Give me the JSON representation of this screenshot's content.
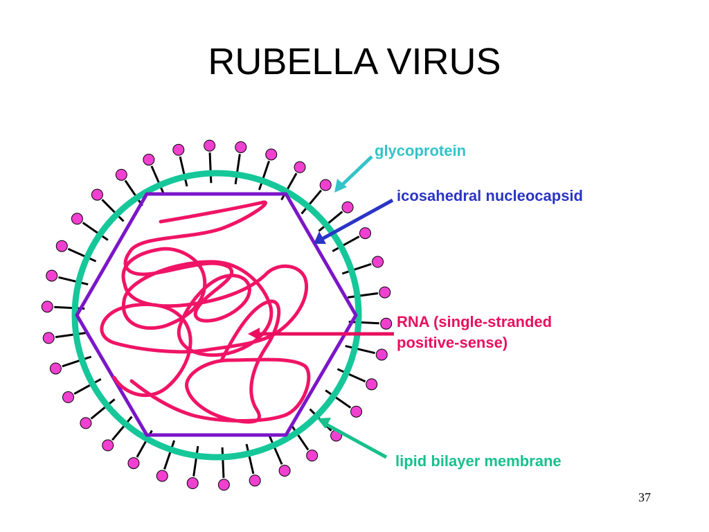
{
  "slide": {
    "title": "RUBELLA VIRUS",
    "number": "37"
  },
  "labels": {
    "glycoprotein": "glycoprotein",
    "nucleocapsid": "icosahedral nucleocapsid",
    "rna_line1": "RNA (single-stranded",
    "rna_line2": "positive-sense)",
    "membrane": "lipid bilayer membrane"
  },
  "colors": {
    "membrane": "#16c79a",
    "nucleocapsid": "#7b16c8",
    "rna": "#f01466",
    "glycoprotein_head": "#f040d0",
    "glycoprotein_stalk": "#000000",
    "glycoprotein_label": "#33c3c8",
    "nucleocapsid_label": "#2a35c4",
    "rna_label": "#e8105e",
    "membrane_label": "#18c08c"
  }
}
